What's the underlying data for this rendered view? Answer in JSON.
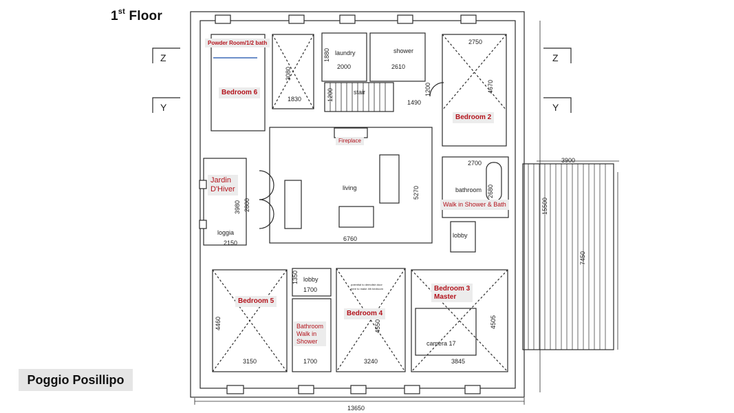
{
  "floor_title": {
    "main": "1",
    "suffix": "st",
    "word": "Floor"
  },
  "brand": "Poggio Posillipo",
  "section_markers": {
    "z_left": "Z",
    "y_left": "Y",
    "z_right": "Z",
    "y_right": "Y"
  },
  "room_labels": {
    "powder_room": "Powder Room/1/2 bath",
    "bedroom_6": "Bedroom 6",
    "bedroom_2": "Bedroom 2",
    "fireplace": "Fireplace",
    "jardin_1": "Jardin",
    "jardin_2": "D'Hiver",
    "walk_in": "Walk in  Shower & Bath",
    "bedroom_5": "Bedroom 5",
    "bedroom_4": "Bedroom 4",
    "bedroom_3_1": "Bedroom 3",
    "bedroom_3_2": "Master",
    "bath_walk_1": "Bathroom",
    "bath_walk_2": "Walk in",
    "bath_walk_3": "Shower"
  },
  "plan_text": {
    "laundry": "laundry",
    "shower": "shower",
    "stair": "stair",
    "living": "living",
    "bathroom": "bathroom",
    "loggia": "loggia",
    "lobby_right": "lobby",
    "lobby_center": "lobby",
    "camera": "camera 17",
    "note_1": "potential to demolish door",
    "note_2": "here to make 4th bedroom"
  },
  "dimensions": {
    "d2750": "2750",
    "d4670": "4670",
    "d3080": "3080",
    "d1830": "1830",
    "d1880": "1880",
    "d2000": "2000",
    "d2610": "2610",
    "d1200a": "1200",
    "d1200b": "1200",
    "d1490": "1490",
    "d2700": "2700",
    "d2680": "2680",
    "d3900": "3900",
    "d15500": "15500",
    "d7450": "7450",
    "d5270": "5270",
    "d6760": "6760",
    "d3980": "3980",
    "d2800": "2800",
    "d2150": "2150",
    "d1350": "1350",
    "d1700a": "1700",
    "d4460": "4460",
    "d3150": "3150",
    "d1700b": "1700",
    "d3240": "3240",
    "d4505": "4505",
    "d4550": "4550",
    "d3845": "3845",
    "d13650": "13650"
  },
  "colors": {
    "label_red": "#b3121b",
    "label_bg": "#ececec",
    "line": "#2a2a2a",
    "brand_bg": "#e5e5e5"
  }
}
